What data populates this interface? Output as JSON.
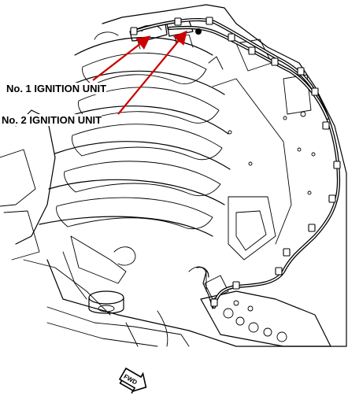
{
  "callouts": {
    "ignition_unit_1": "No. 1 IGNITION UNIT",
    "ignition_unit_2": "No. 2 IGNITION UNIT"
  },
  "direction_badge": {
    "label": "FWD"
  },
  "colors": {
    "line_art": "#000000",
    "leader_arrow": "#cc0000",
    "background": "#ffffff"
  },
  "icons": [
    "forward-direction-icon",
    "ignition-unit-icon"
  ]
}
